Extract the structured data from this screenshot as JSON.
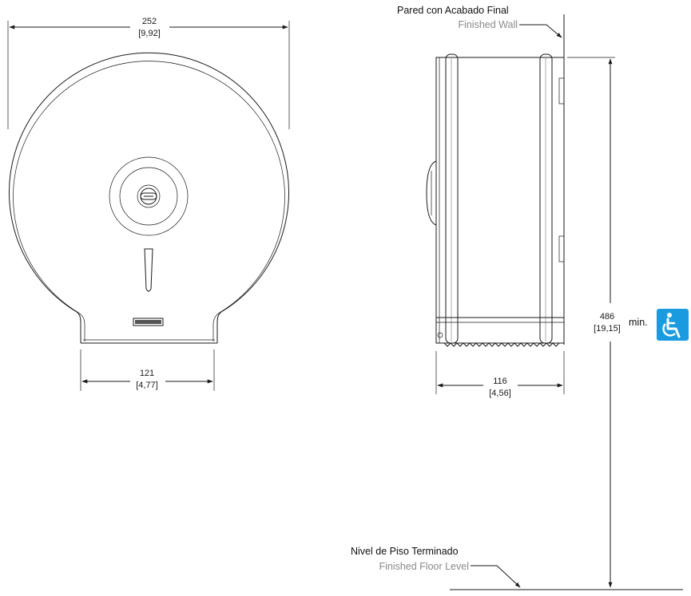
{
  "front_view": {
    "width_mm": "252",
    "width_in": "[9,92]",
    "opening_mm": "121",
    "opening_in": "[4,77]"
  },
  "side_view": {
    "depth_mm": "116",
    "depth_in": "[4,56]",
    "wall_label_es": "Pared con Acabado Final",
    "wall_label_en": "Finished Wall"
  },
  "mounting": {
    "height_mm": "486",
    "height_in": "[19,15]",
    "min_label": "min.",
    "floor_label_es": "Nivel de Piso Terminado",
    "floor_label_en": "Finished Floor Level"
  },
  "colors": {
    "accessibility_badge": "#1a9be0",
    "line": "#1a1a1a",
    "secondary_text": "#8a8a8a"
  }
}
